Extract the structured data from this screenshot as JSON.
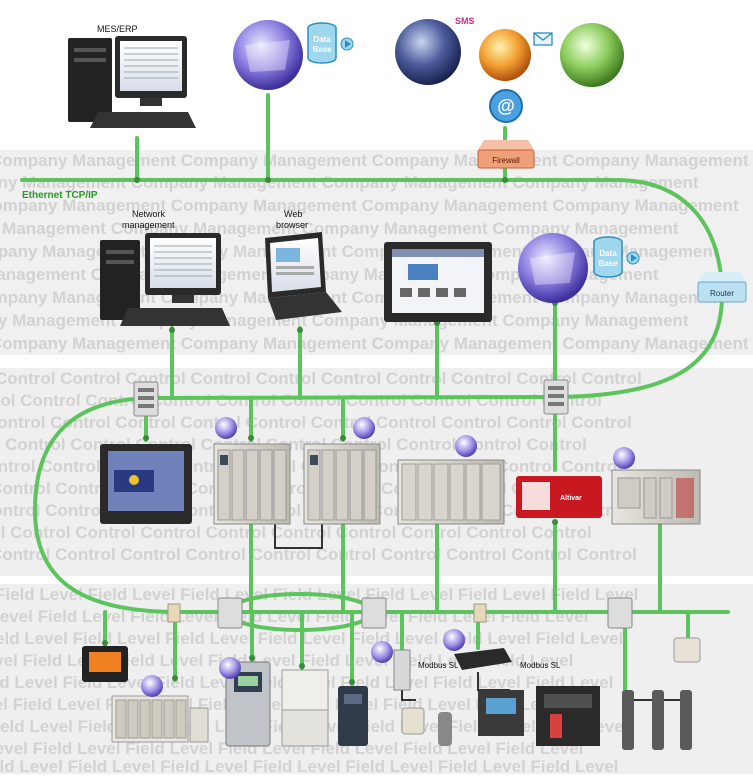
{
  "labels": {
    "mes_erp": "MES/ERP",
    "ethernet": "Ethernet TCP/IP",
    "network_mgmt_1": "Network",
    "network_mgmt_2": "management",
    "web_browser_1": "Web",
    "web_browser_2": "browser",
    "database_top_1": "Data",
    "database_top_2": "Base",
    "database_right_1": "Data",
    "database_right_2": "Base",
    "sms": "SMS",
    "firewall": "Firewall",
    "router": "Router",
    "modbus_1": "Modbus SL",
    "modbus_2": "Modbus SL",
    "altivar_badge": "Altivar"
  },
  "bands": {
    "management": "Company Management Company Management Company Management Company Management",
    "control": "Control Control Control Control Control Control Control Control Control Control",
    "field": "Field Level Field Level Field Level Field Level Field Level Field Level Field Level"
  },
  "colors": {
    "network_line": "#5cc45c",
    "band_bg": "#ebebeb",
    "band_text": "#d2d2d2",
    "firewall": "#f0a078",
    "router": "#bde0f0"
  }
}
